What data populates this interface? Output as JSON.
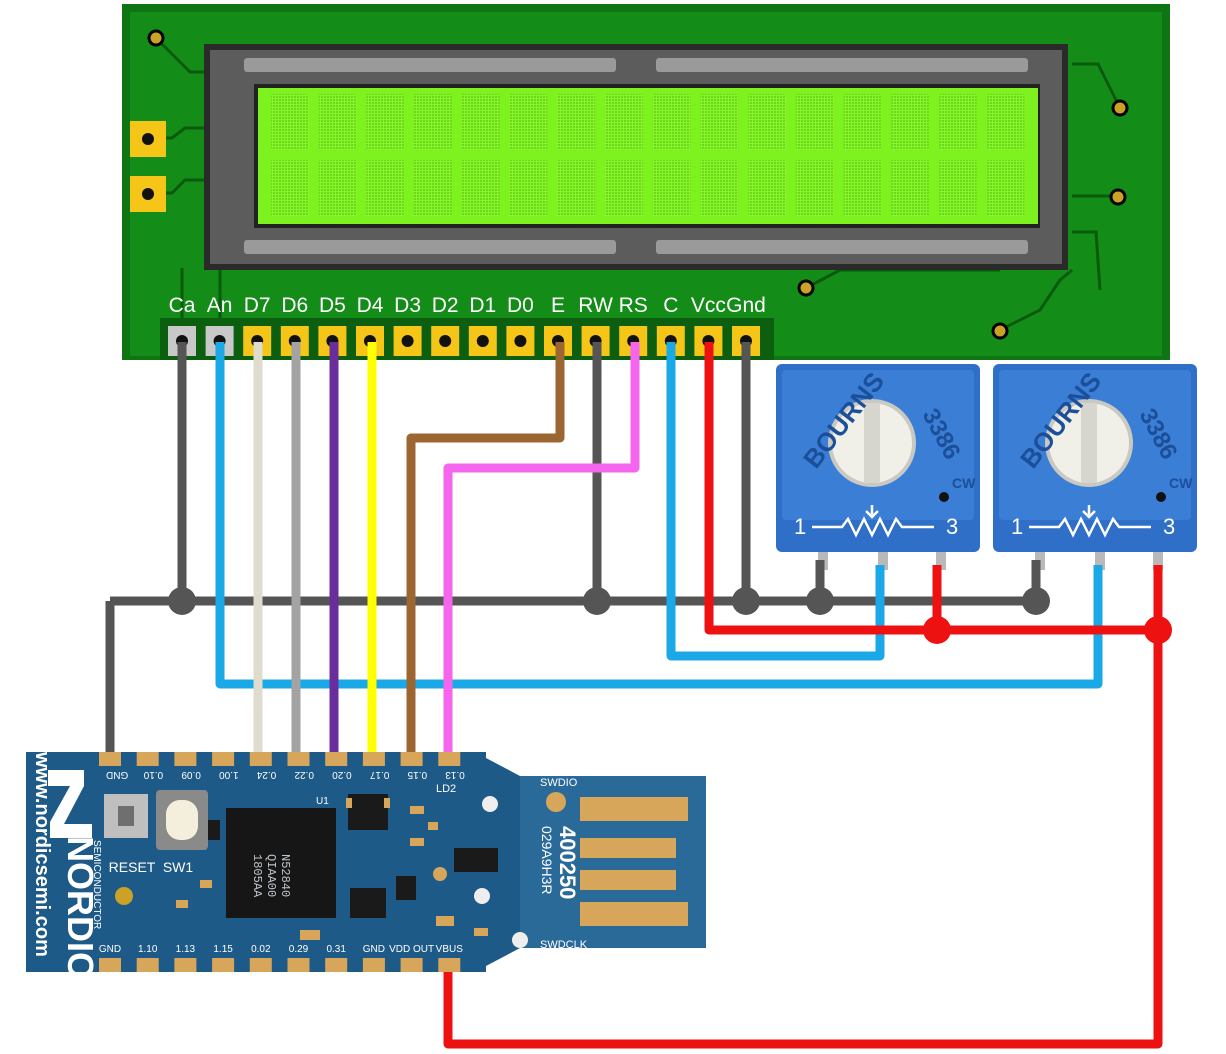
{
  "lcd": {
    "pins": [
      "Ca",
      "An",
      "D7",
      "D6",
      "D5",
      "D4",
      "D3",
      "D2",
      "D1",
      "D0",
      "E",
      "RW",
      "RS",
      "C",
      "Vcc",
      "Gnd"
    ],
    "chars_per_row": 16,
    "rows": 2
  },
  "pots": [
    {
      "brand": "BOURNS",
      "model": "3386",
      "pin_left": "1",
      "pin_right": "3",
      "dir": "CW"
    },
    {
      "brand": "BOURNS",
      "model": "3386",
      "pin_left": "1",
      "pin_right": "3",
      "dir": "CW"
    }
  ],
  "board": {
    "top_pins": [
      "GND",
      "0.10",
      "0.09",
      "1.00",
      "0.24",
      "0.22",
      "0.20",
      "0.17",
      "0.15",
      "0.13"
    ],
    "bottom_pins": [
      "GND",
      "1.10",
      "1.13",
      "1.15",
      "0.02",
      "0.29",
      "0.31",
      "GND",
      "VDD OUT",
      "VBUS"
    ],
    "brand": "NORDIC",
    "sub": "SEMICONDUCTOR",
    "url": "www.nordicsemi.com",
    "chip_lines": [
      "N52840",
      "QIAA00",
      "1805AA"
    ],
    "part": "400250",
    "lot": "029A9H3R",
    "reset": "RESET",
    "sw": "SW1",
    "u1": "U1",
    "ld2": "LD2",
    "swdio": "SWDIO",
    "swdclk": "SWDCLK"
  },
  "colors": {
    "pcb": "#118a16",
    "lcd_screen": "#7ef21e",
    "wire_gnd": "#555555",
    "wire_an": "#1aa8e6",
    "wire_vcc": "#ee1111",
    "wire_d7": "#e0dccd",
    "wire_d6": "#a3a3a3",
    "wire_d5": "#6a2d9c",
    "wire_d4": "#ffff00",
    "wire_e": "#9c6633",
    "wire_rs": "#f566ee",
    "board": "#1e5a87",
    "pot": "#2f6fc7"
  }
}
